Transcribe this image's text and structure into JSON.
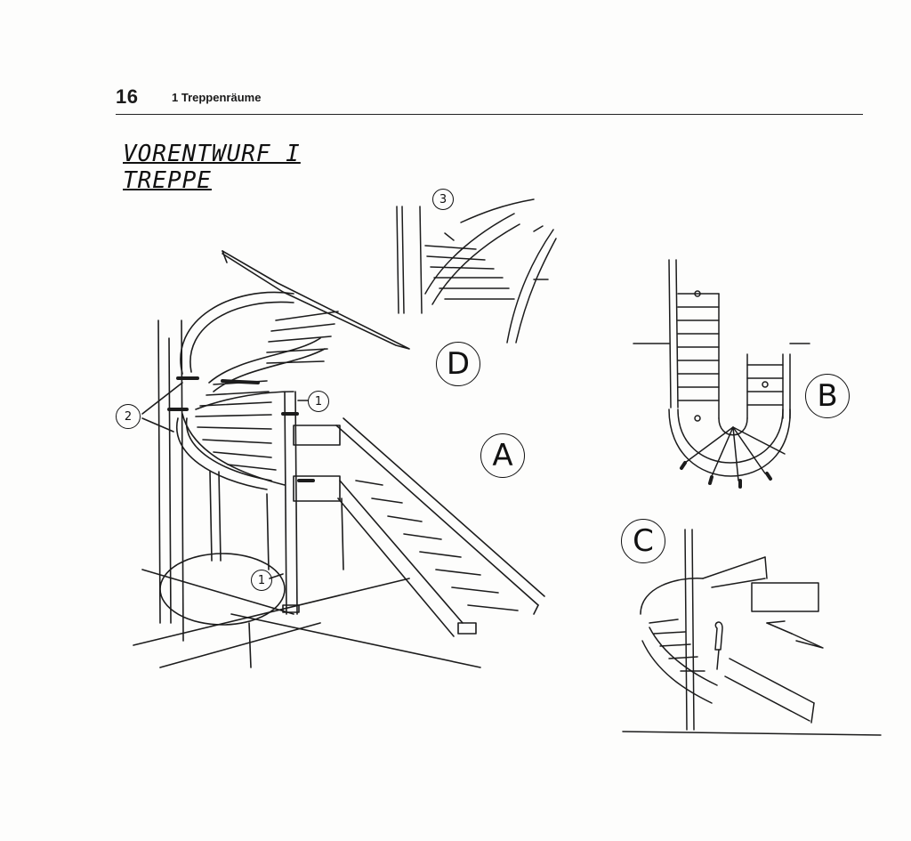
{
  "header": {
    "page_number": "16",
    "chapter": "1 Treppenräume"
  },
  "sketch": {
    "title_line1": "VORENTWURF  I",
    "title_line2": "TREPPE"
  },
  "views": {
    "a": "A",
    "b": "B",
    "c": "C",
    "d": "D"
  },
  "callouts": {
    "one_top": "1",
    "one_bottom": "1",
    "two": "2",
    "three": "3"
  },
  "colors": {
    "ink": "#1c1c1c",
    "paper": "#fdfdfc"
  }
}
